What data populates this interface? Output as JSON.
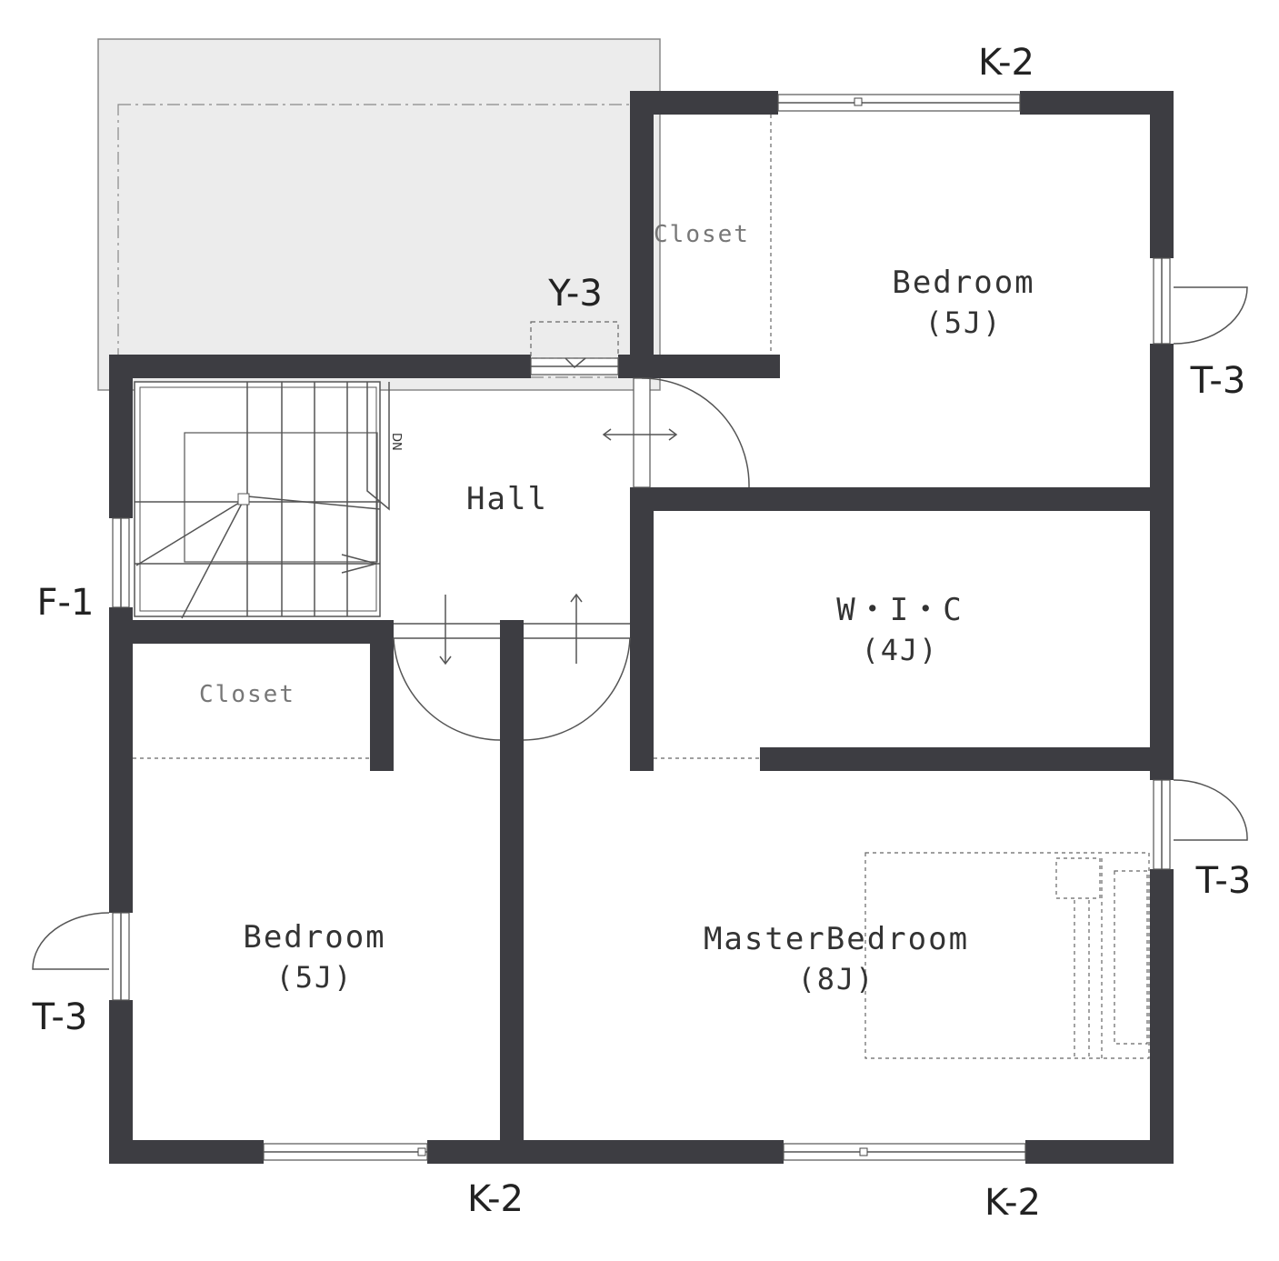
{
  "rooms": {
    "bedroom_ne": {
      "name": "Bedroom",
      "size": "(5J)"
    },
    "hall": {
      "name": "Hall"
    },
    "wic": {
      "name": "W・I・C",
      "size": "(4J)"
    },
    "bedroom_sw": {
      "name": "Bedroom",
      "size": "(5J)"
    },
    "master": {
      "name": "MasterBedroom",
      "size": "(8J)"
    },
    "closet_ne": {
      "name": "Closet"
    },
    "closet_sw": {
      "name": "Closet"
    }
  },
  "stair_mark": "DN",
  "window_marks": {
    "k2_top": "K-2",
    "y3": "Y-3",
    "t3_ne": "T-3",
    "f1": "F-1",
    "t3_e": "T-3",
    "t3_w": "T-3",
    "k2_bottom_left": "K-2",
    "k2_bottom_right": "K-2"
  },
  "colors": {
    "wall": "#3d3d42",
    "balcony": "#ececec"
  }
}
